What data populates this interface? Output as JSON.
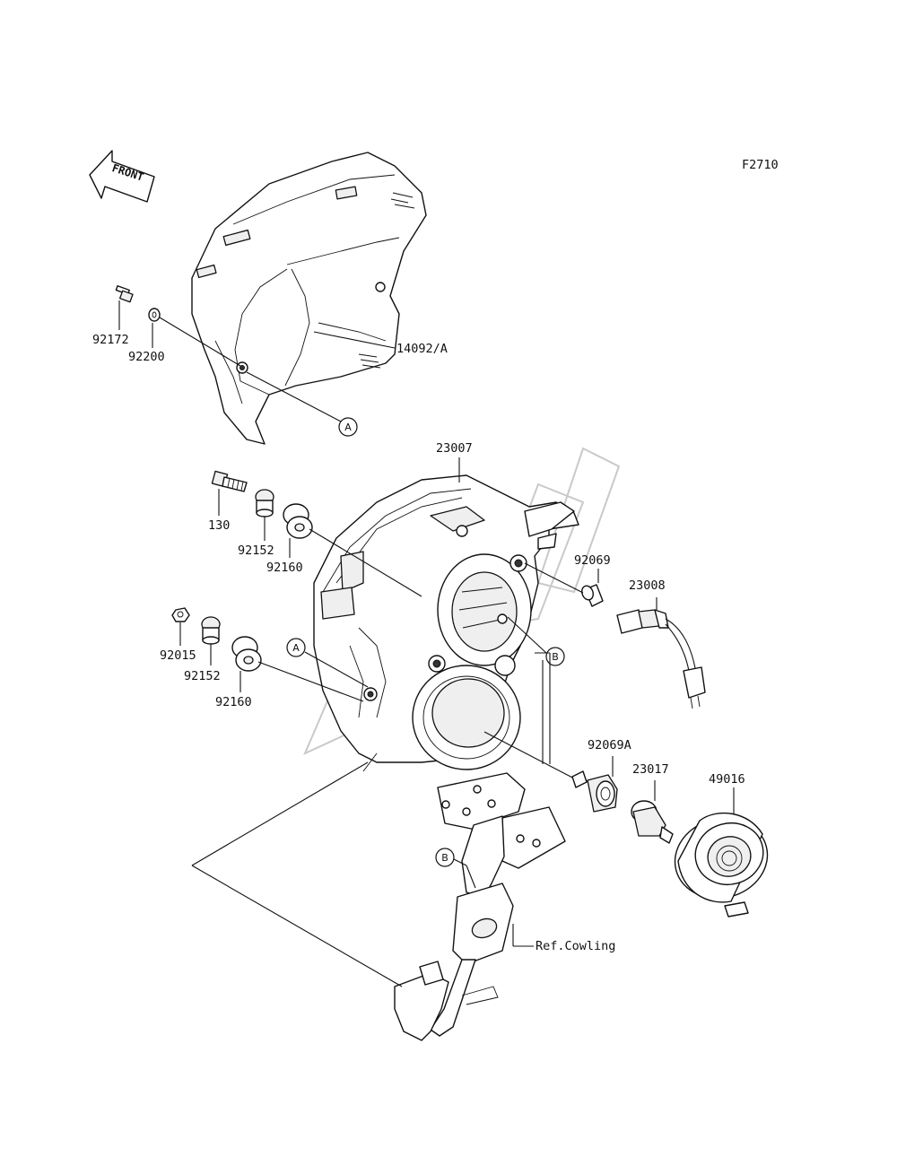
{
  "figure_code": "F2710",
  "front_arrow_label": "FRONT",
  "parts": {
    "p92172": "92172",
    "p92200": "92200",
    "p14092A": "14092/A",
    "p23007": "23007",
    "p130": "130",
    "p92152_upper": "92152",
    "p92160_upper": "92160",
    "p92015": "92015",
    "p92152_lower": "92152",
    "p92160_lower": "92160",
    "p92069": "92069",
    "p23008": "23008",
    "p92069A": "92069A",
    "p23017": "23017",
    "p49016": "49016",
    "ref_cowling": "Ref.Cowling"
  },
  "callouts": {
    "a_upper": "A",
    "a_lower": "A",
    "b_right": "B",
    "b_bracket": "B"
  }
}
